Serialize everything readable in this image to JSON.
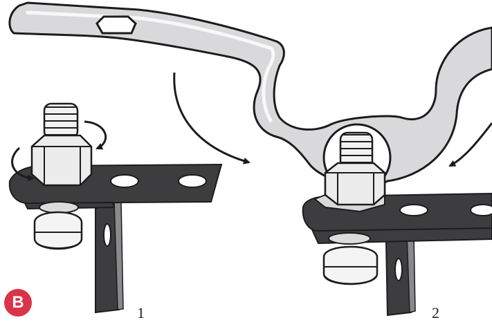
{
  "figure": {
    "badge": "B",
    "step_1": "1",
    "step_2": "2",
    "badge_color": "#d93447",
    "metal_color": "#3d3d3f",
    "wrench_color": "#d9d9dc",
    "outline_color": "#1c1c1c"
  }
}
